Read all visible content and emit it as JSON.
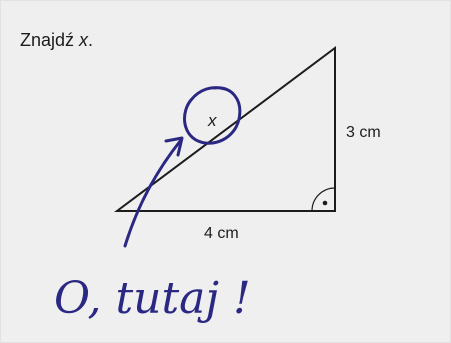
{
  "task": {
    "prefix": "Znajdź ",
    "variable": "x",
    "suffix": "."
  },
  "triangle": {
    "hypotenuse_label": "x",
    "vertical_side_label": "3 cm",
    "horizontal_side_label": "4 cm",
    "right_angle_marker": true
  },
  "annotation": {
    "handwritten_text": "O, tutaj !",
    "ink_color": "#2a2883"
  },
  "colors": {
    "background": "#efefef",
    "lines": "#1c1c1c",
    "ink": "#2a2883"
  }
}
